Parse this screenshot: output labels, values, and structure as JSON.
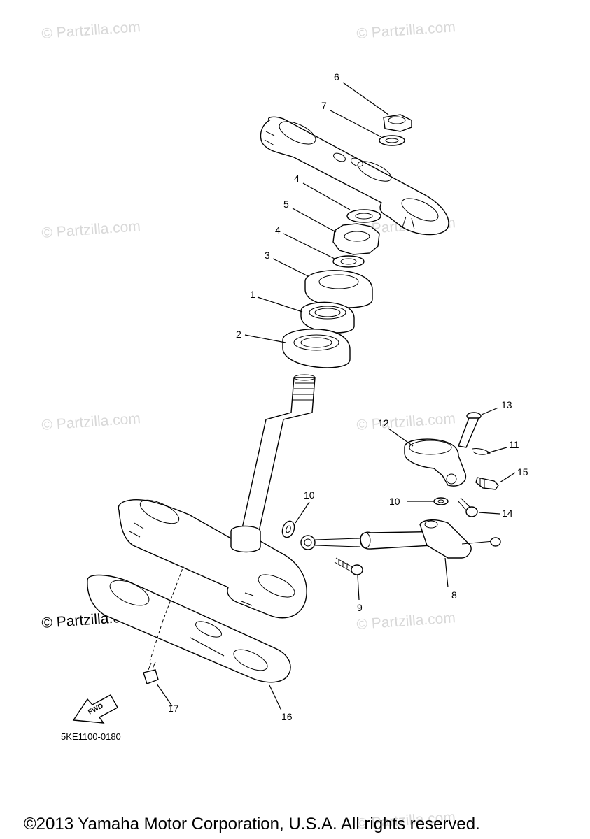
{
  "watermark": {
    "text": "© Partzilla.com",
    "color": "#d8d8d8"
  },
  "diagram_code": "5KE1100-0180",
  "fwd_label": "FWD",
  "copyright": "©2013 Yamaha Motor Corporation, U.S.A. All rights reserved.",
  "callouts": {
    "p1": "1",
    "p2": "2",
    "p3": "3",
    "p4a": "4",
    "p4b": "4",
    "p5": "5",
    "p6": "6",
    "p7": "7",
    "p8": "8",
    "p9": "9",
    "p10a": "10",
    "p10b": "10",
    "p11": "11",
    "p12": "12",
    "p13": "13",
    "p14": "14",
    "p15": "15",
    "p16": "16",
    "p17": "17"
  }
}
